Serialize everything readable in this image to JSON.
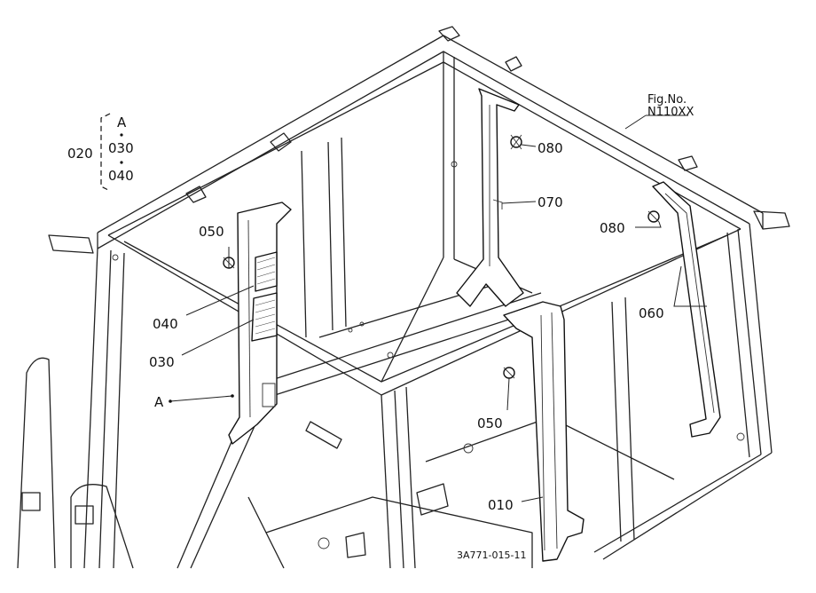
{
  "figure": {
    "fig_no_label": "Fig.No.",
    "fig_no": "N110XX",
    "drawing_code": "3A771-015-11"
  },
  "assembly_group": {
    "number": "020",
    "items": [
      "A",
      "030",
      "040"
    ]
  },
  "callouts": {
    "c080_top": "080",
    "c070": "070",
    "c080_right": "080",
    "c050_left": "050",
    "c040": "040",
    "c030": "030",
    "c060": "060",
    "cA": "A",
    "c050_mid": "050",
    "c010": "010"
  }
}
